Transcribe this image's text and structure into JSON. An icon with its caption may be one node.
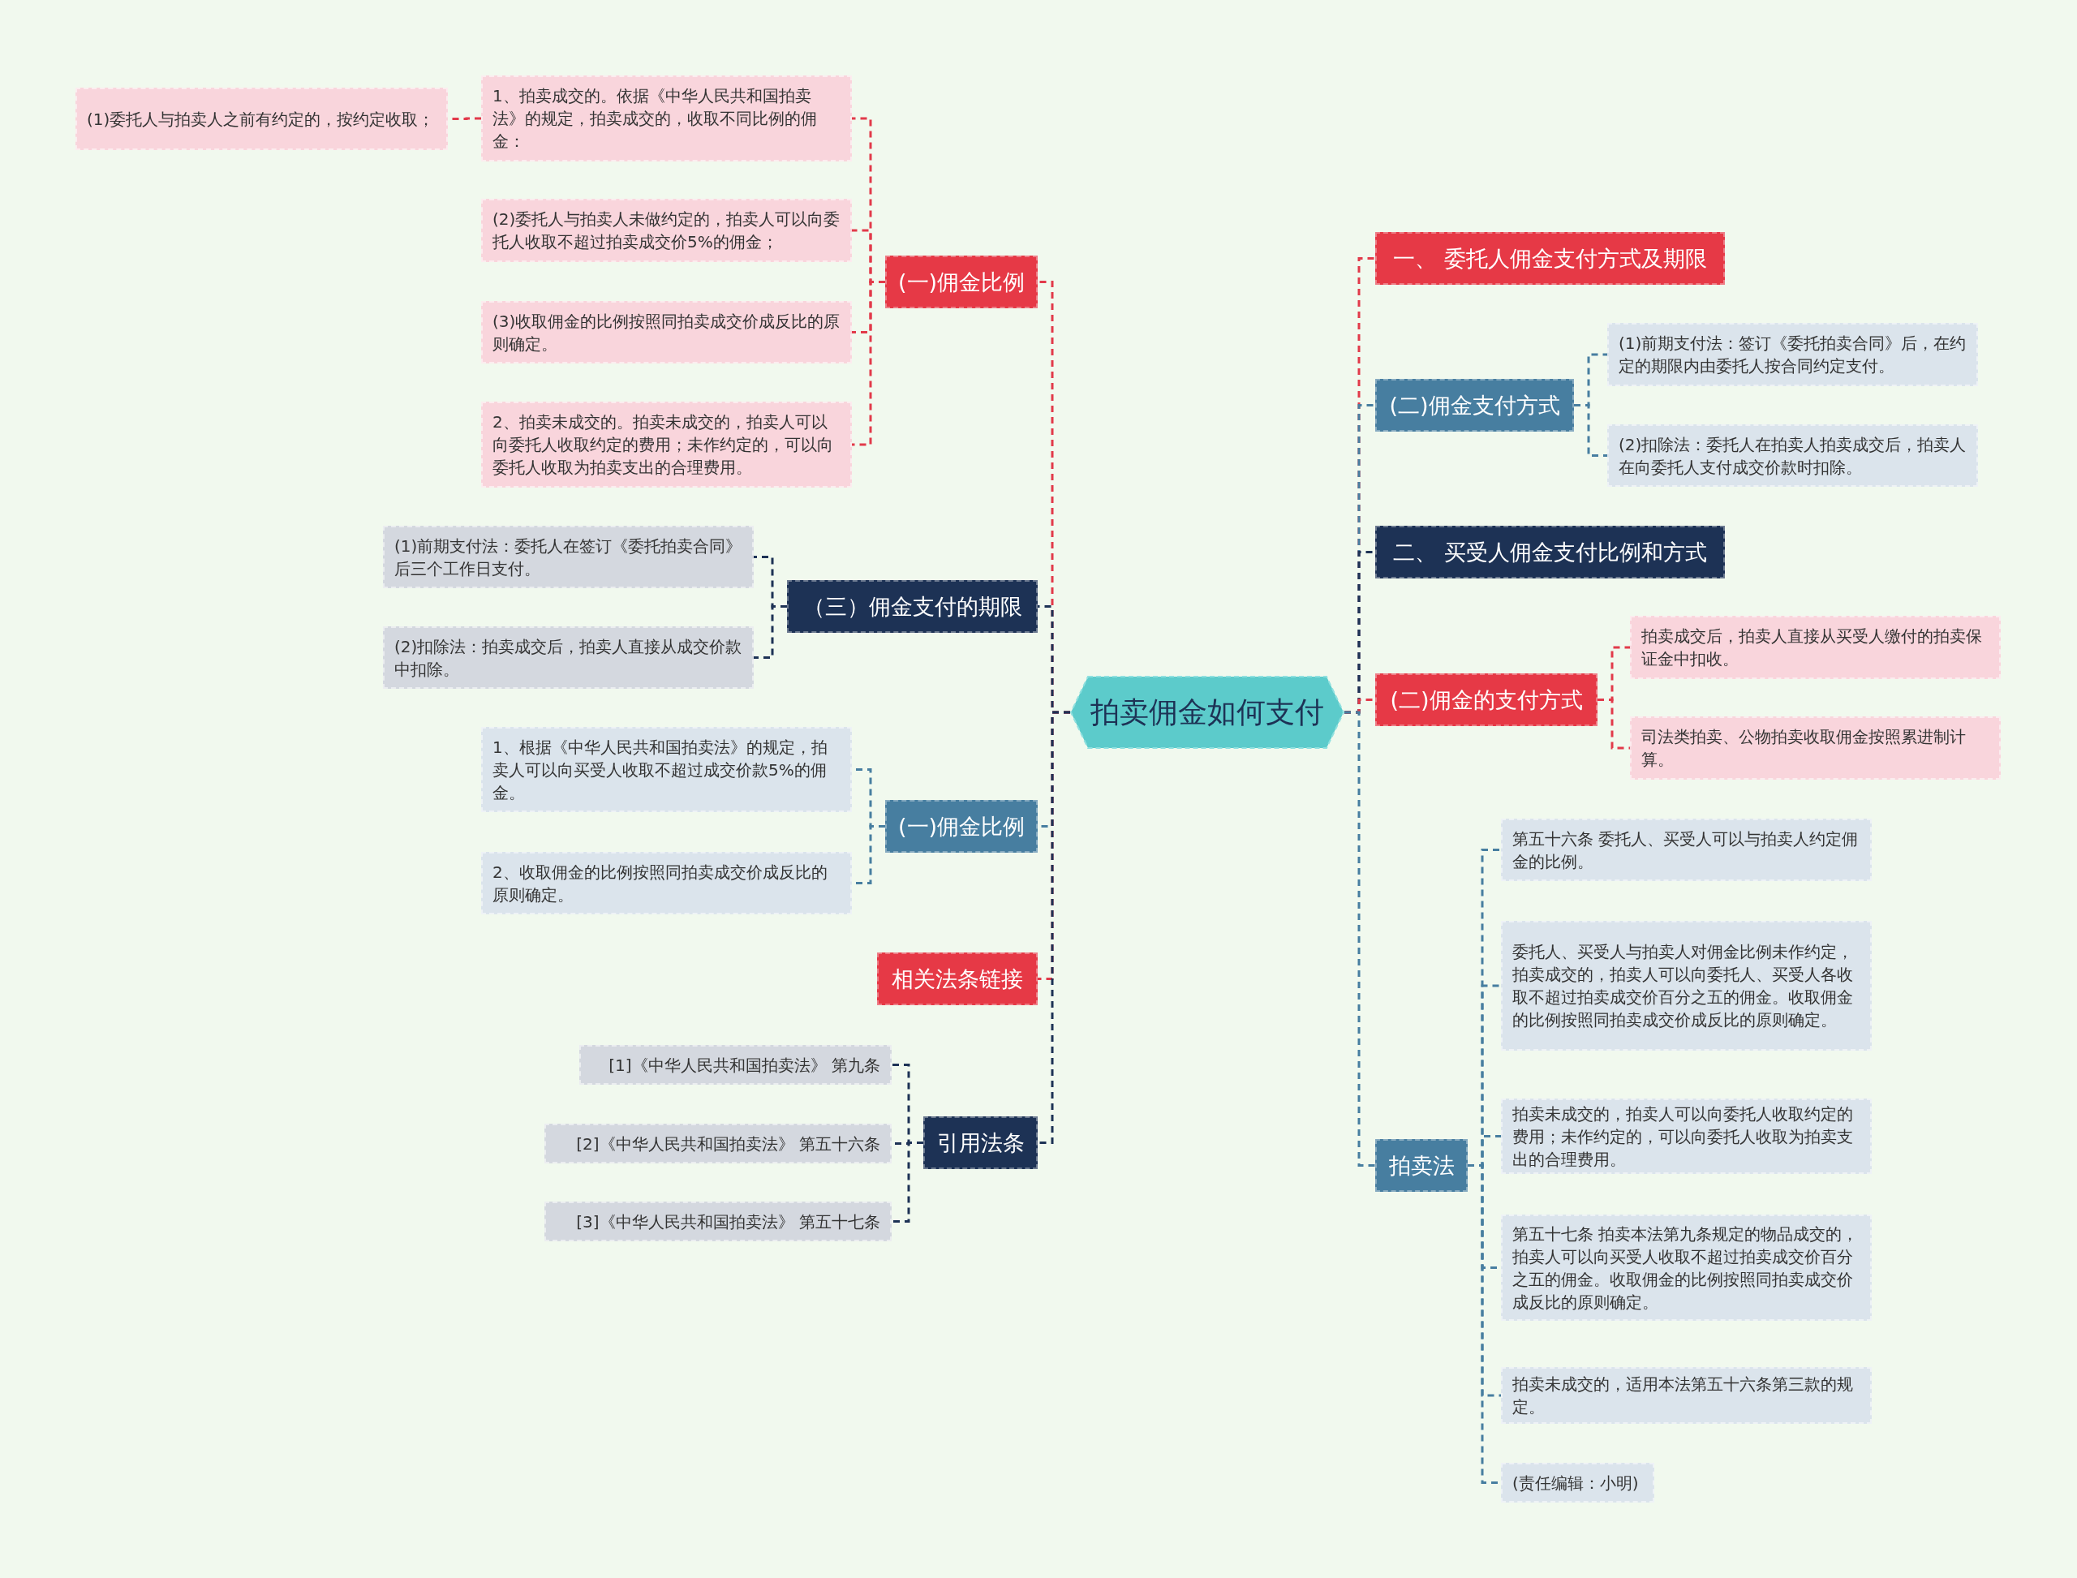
{
  "diagram": {
    "nodes": [
      {
        "text": [
          "拍卖佣金如何支付"
        ]
      },
      {
        "text": [
          "(一)佣金比例"
        ]
      },
      {
        "text": [
          "1、拍卖成交的。依据《中华人民共和国拍卖法》的规定，拍卖成交的，收取不同比例的佣金："
        ]
      },
      {
        "text": [
          "(1)委托人与拍卖人之前有约定的，按约定收取；"
        ]
      },
      {
        "text": [
          "(2)委托人与拍卖人未做约定的，拍卖人可以向委托人收取不超过拍卖成交价5%的佣金；"
        ]
      },
      {
        "text": [
          "(3)收取佣金的比例按照同拍卖成交价成反比的原则确定。"
        ]
      },
      {
        "text": [
          "2、拍卖未成交的。拍卖未成交的，拍卖人可以向委托人收取约定的费用；未作约定的，可以向委托人收取为拍卖支出的合理费用。"
        ]
      },
      {
        "text": [
          "（三）佣金支付的期限"
        ]
      },
      {
        "text": [
          "(1)前期支付法：委托人在签订《委托拍卖合同》后三个工作日支付。"
        ]
      },
      {
        "text": [
          "(2)扣除法：拍卖成交后，拍卖人直接从成交价款中扣除。"
        ]
      },
      {
        "text": [
          "(一)佣金比例"
        ]
      },
      {
        "text": [
          "1、根据《中华人民共和国拍卖法》的规定，拍卖人可以向买受人收取不超过成交价款5%的佣金。"
        ]
      },
      {
        "text": [
          "2、收取佣金的比例按照同拍卖成交价成反比的原则确定。"
        ]
      },
      {
        "text": [
          "相关法条链接"
        ]
      },
      {
        "text": [
          "引用法条"
        ]
      },
      {
        "text": [
          "[1]《中华人民共和国拍卖法》 第九条"
        ]
      },
      {
        "text": [
          "[2]《中华人民共和国拍卖法》 第五十六条"
        ]
      },
      {
        "text": [
          "[3]《中华人民共和国拍卖法》 第五十七条"
        ]
      },
      {
        "text": [
          "一、 委托人佣金支付方式及期限"
        ]
      },
      {
        "text": [
          "(二)佣金支付方式"
        ]
      },
      {
        "text": [
          "(1)前期支付法：签订《委托拍卖合同》后，在约定的期限内由委托人按合同约定支付。"
        ]
      },
      {
        "text": [
          "(2)扣除法：委托人在拍卖人拍卖成交后，拍卖人在向委托人支付成交价款时扣除。"
        ]
      },
      {
        "text": [
          "二、 买受人佣金支付比例和方式"
        ]
      },
      {
        "text": [
          "(二)佣金的支付方式"
        ]
      },
      {
        "text": [
          "拍卖成交后，拍卖人直接从买受人缴付的拍卖保证金中扣收。"
        ]
      },
      {
        "text": [
          "司法类拍卖、公物拍卖收取佣金按照累进制计算。"
        ]
      },
      {
        "text": [
          "拍卖法"
        ]
      },
      {
        "text": [
          "第五十六条 委托人、买受人可以与拍卖人约定佣金的比例。"
        ]
      },
      {
        "text": [
          "委托人、买受人与拍卖人对佣金比例未作约定，拍卖成交的，拍卖人可以向委托人、买受人各收取不超过拍卖成交价百分之五的佣金。收取佣金的比例按照同拍卖成交价成反比的原则确定。"
        ]
      },
      {
        "text": [
          "拍卖未成交的，拍卖人可以向委托人收取约定的费用；未作约定的，可以向委托人收取为拍卖支出的合理费用。"
        ]
      },
      {
        "text": [
          "第五十七条 拍卖本法第九条规定的物品成交的，拍卖人可以向买受人收取不超过拍卖成交价百分之五的佣金。收取佣金的比例按照同拍卖成交价成反比的原则确定。"
        ]
      },
      {
        "text": [
          "拍卖未成交的，适用本法第五十六条第三款的规定。"
        ]
      },
      {
        "text": [
          "(责任编辑：小明)"
        ]
      }
    ],
    "edges": [
      {
        "from": 0,
        "to": 1,
        "arrow": "none",
        "style": "dashed",
        "color": "#e23a4a"
      },
      {
        "from": 1,
        "to": 2,
        "arrow": "none",
        "style": "dashed",
        "color": "#e23a4a"
      },
      {
        "from": 2,
        "to": 3,
        "arrow": "none",
        "style": "dashed",
        "color": "#e23a4a"
      },
      {
        "from": 1,
        "to": 4,
        "arrow": "none",
        "style": "dashed",
        "color": "#e23a4a"
      },
      {
        "from": 1,
        "to": 5,
        "arrow": "none",
        "style": "dashed",
        "color": "#e23a4a"
      },
      {
        "from": 1,
        "to": 6,
        "arrow": "none",
        "style": "dashed",
        "color": "#e23a4a"
      },
      {
        "from": 0,
        "to": 7,
        "arrow": "none",
        "style": "dashed",
        "color": "#1d3255"
      },
      {
        "from": 7,
        "to": 8,
        "arrow": "none",
        "style": "dashed",
        "color": "#1d3255"
      },
      {
        "from": 7,
        "to": 9,
        "arrow": "none",
        "style": "dashed",
        "color": "#1d3255"
      },
      {
        "from": 0,
        "to": 10,
        "arrow": "none",
        "style": "dashed"
      },
      {
        "from": 10,
        "to": 11,
        "arrow": "none",
        "style": "dashed"
      },
      {
        "from": 10,
        "to": 12,
        "arrow": "none",
        "style": "dashed"
      },
      {
        "from": 0,
        "to": 13,
        "arrow": "none",
        "style": "dashed",
        "color": "#e23a4a"
      },
      {
        "from": 0,
        "to": 14,
        "arrow": "none",
        "style": "dashed",
        "color": "#1d3255"
      },
      {
        "from": 14,
        "to": 15,
        "arrow": "none",
        "style": "dashed",
        "color": "#1d3255"
      },
      {
        "from": 14,
        "to": 16,
        "arrow": "none",
        "style": "dashed",
        "color": "#1d3255"
      },
      {
        "from": 14,
        "to": 17,
        "arrow": "none",
        "style": "dashed",
        "color": "#1d3255"
      },
      {
        "from": 0,
        "to": 18,
        "arrow": "none",
        "style": "dashed",
        "color": "#e23a4a"
      },
      {
        "from": 0,
        "to": 19,
        "arrow": "none",
        "style": "dashed"
      },
      {
        "from": 19,
        "to": 20,
        "arrow": "none",
        "style": "dashed"
      },
      {
        "from": 19,
        "to": 21,
        "arrow": "none",
        "style": "dashed"
      },
      {
        "from": 0,
        "to": 22,
        "arrow": "none",
        "style": "dashed",
        "color": "#1d3255"
      },
      {
        "from": 0,
        "to": 23,
        "arrow": "none",
        "style": "dashed",
        "color": "#e23a4a"
      },
      {
        "from": 23,
        "to": 24,
        "arrow": "none",
        "style": "dashed",
        "color": "#e23a4a"
      },
      {
        "from": 23,
        "to": 25,
        "arrow": "none",
        "style": "dashed",
        "color": "#e23a4a"
      },
      {
        "from": 0,
        "to": 26,
        "arrow": "none",
        "style": "dashed"
      },
      {
        "from": 26,
        "to": 27,
        "arrow": "none",
        "style": "dashed"
      },
      {
        "from": 26,
        "to": 28,
        "arrow": "none",
        "style": "dashed"
      },
      {
        "from": 26,
        "to": 29,
        "arrow": "none",
        "style": "dashed"
      },
      {
        "from": 26,
        "to": 30,
        "arrow": "none",
        "style": "dashed"
      },
      {
        "from": 26,
        "to": 31,
        "arrow": "none",
        "style": "dashed"
      },
      {
        "from": 26,
        "to": 32,
        "arrow": "none",
        "style": "dashed"
      }
    ]
  }
}
